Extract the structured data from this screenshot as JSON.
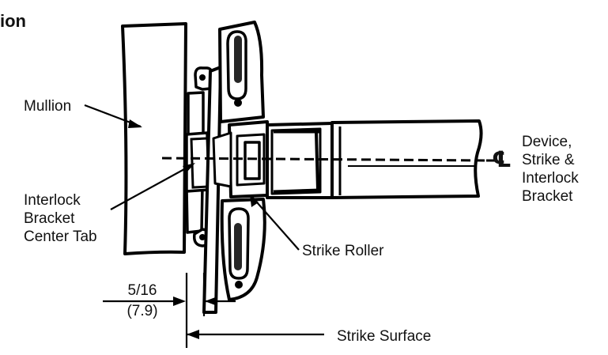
{
  "title": "ion",
  "labels": {
    "mullion": "Mullion",
    "interlock_center_tab": [
      "Interlock",
      "Bracket",
      "Center Tab"
    ],
    "centerline_symbol": "℄",
    "centerline_label": [
      "Device,",
      "Strike &",
      "Interlock",
      "Bracket"
    ],
    "strike_roller": "Strike Roller",
    "strike_surface": "Strike Surface"
  },
  "dimension": {
    "inch": "5/16",
    "mm": "(7.9)"
  }
}
